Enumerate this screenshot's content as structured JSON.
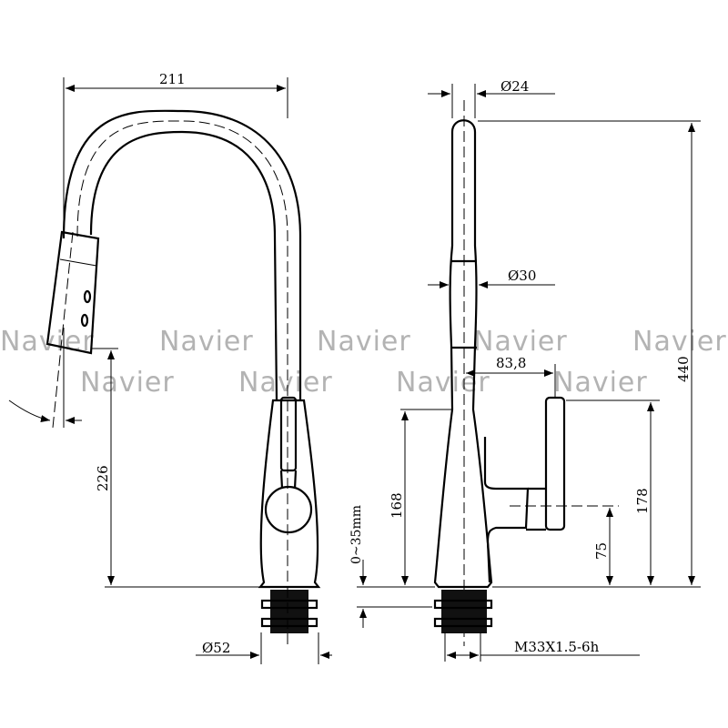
{
  "watermark": "Navier",
  "front_view": {
    "dim_width": "211",
    "dim_spout_height": "226",
    "dim_base_diameter": "Ø52"
  },
  "side_view": {
    "dim_top_diameter": "Ø24",
    "dim_mid_diameter": "Ø30",
    "dim_handle_offset": "83,8",
    "dim_total_height": "440",
    "dim_handle_height": "178",
    "dim_lever_height": "75",
    "dim_body_height": "168",
    "dim_deck_thickness": "0~35mm",
    "dim_thread": "M33X1.5-6h"
  }
}
